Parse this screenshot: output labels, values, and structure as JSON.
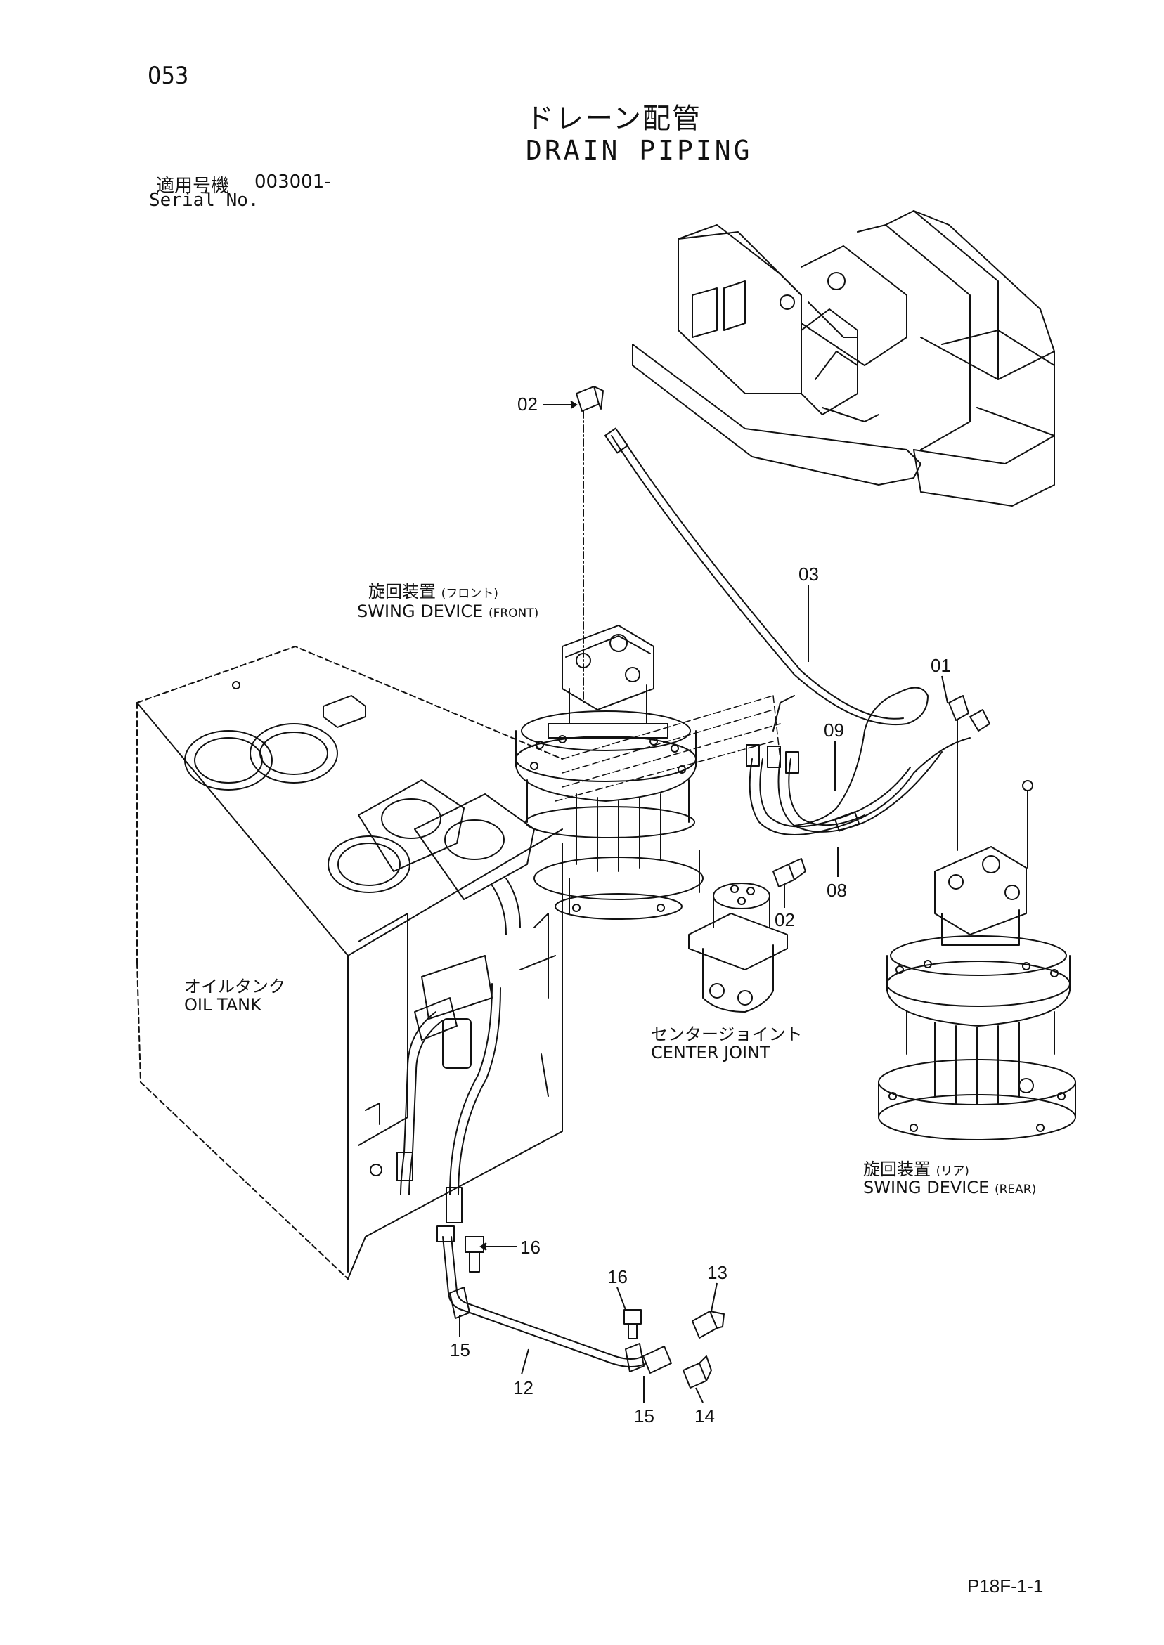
{
  "page_number": "053",
  "title": {
    "japanese": "ドレーン配管",
    "english": "DRAIN PIPING"
  },
  "serial": {
    "label_jp": "適用号機",
    "value": "003001-",
    "label_en": "Serial No."
  },
  "components": {
    "swing_front": {
      "jp": "旋回装置",
      "jp_sub": "(フロント)",
      "en": "SWING DEVICE",
      "en_sub": "(FRONT)"
    },
    "swing_rear": {
      "jp": "旋回装置",
      "jp_sub": "(リア)",
      "en": "SWING DEVICE",
      "en_sub": "(REAR)"
    },
    "oil_tank": {
      "jp": "オイルタンク",
      "en": "OIL TANK"
    },
    "center_joint": {
      "jp": "センタージョイント",
      "en": "CENTER JOINT"
    }
  },
  "callouts": {
    "c02_top": "02",
    "c03": "03",
    "c01": "01",
    "c09": "09",
    "c08": "08",
    "c02_mid": "02",
    "c16_a": "16",
    "c16_b": "16",
    "c13": "13",
    "c15_a": "15",
    "c12": "12",
    "c15_b": "15",
    "c14": "14"
  },
  "footer_code": "P18F-1-1"
}
